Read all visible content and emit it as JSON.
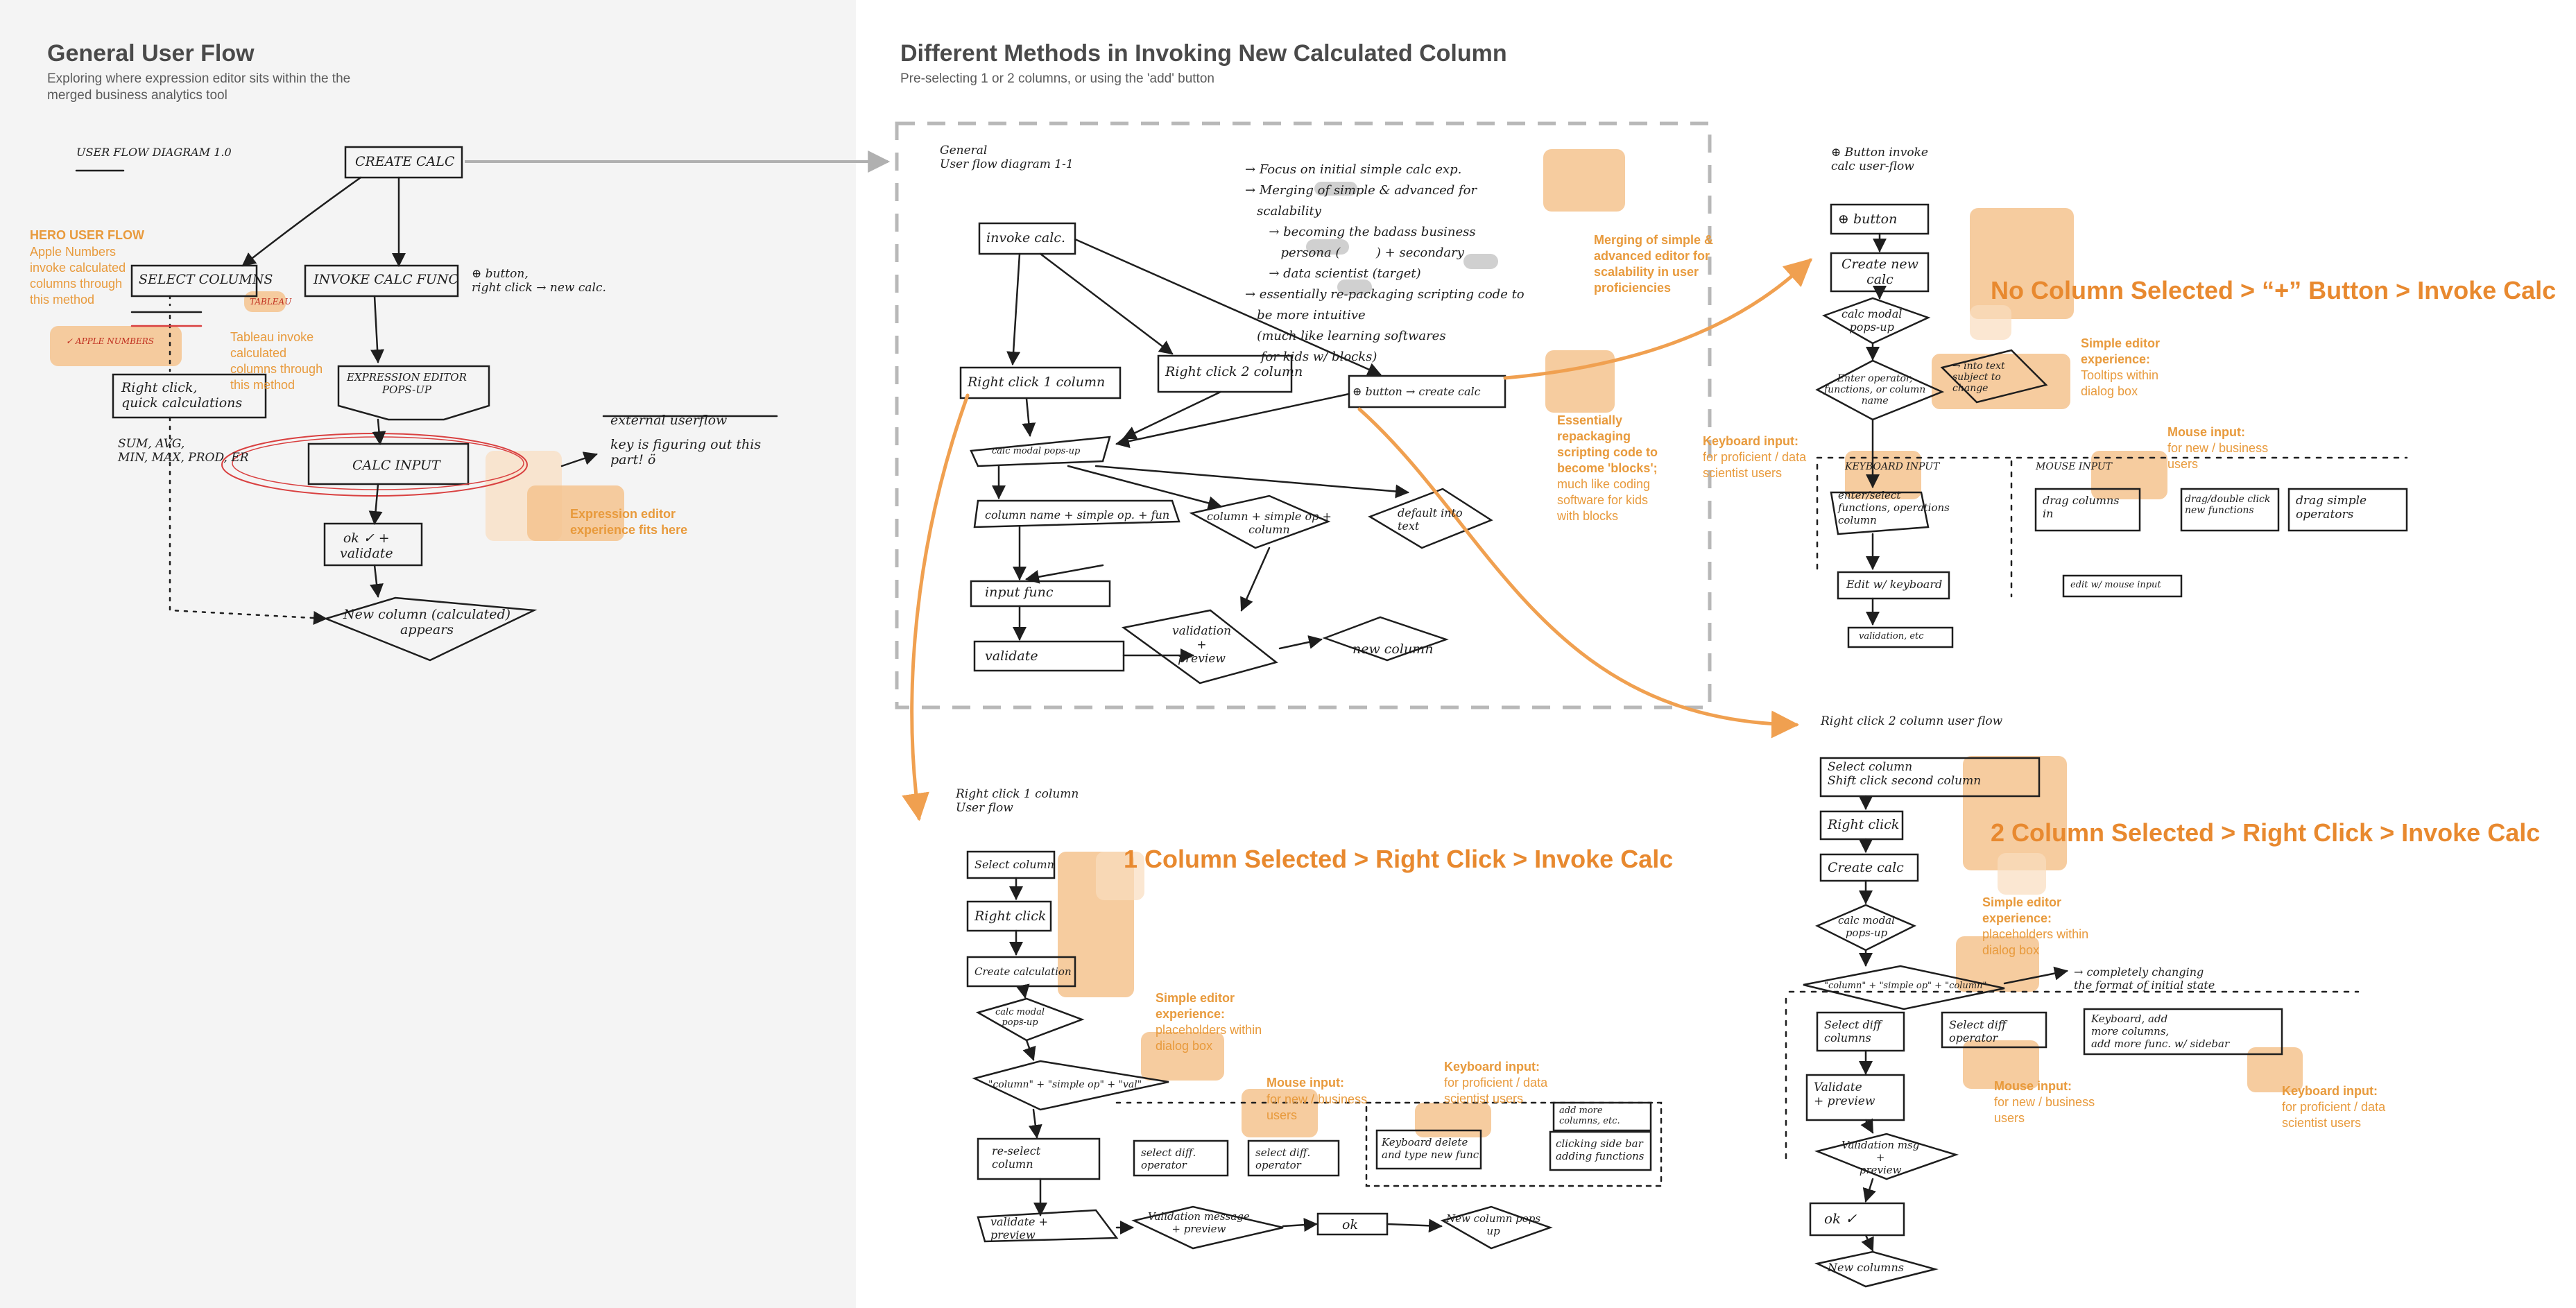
{
  "left_section": {
    "title": "General User Flow",
    "subtitle": "Exploring where expression editor sits within the the\nmerged business analytics tool",
    "sketch_labels": {
      "diagram_id": "USER FLOW\nDIAGRAM 1.0",
      "create_calc": "CREATE CALC",
      "select_columns": "SELECT COLUMNS",
      "invoke_calc_func": "INVOKE CALC FUNC",
      "plus_note": "⊕ button,\nright click → new calc.",
      "tableau": "TABLEAU",
      "apple_numbers": "✓ APPLE NUMBERS",
      "right_click_quick": "Right click,\nquick calculations",
      "funcs": "SUM, AVG,\nMIN, MAX, PROD, ER",
      "expression_editor": "EXPRESSION EDITOR\nPOPS-UP",
      "calc_input": "CALC INPUT",
      "external_userflow": "external userflow",
      "key_note": "key is figuring out this\npart! ö",
      "ok_validate": "ok ✓ +\nvalidate",
      "new_column": "New column (calculated)\nappears"
    },
    "notes": {
      "hero_title": "HERO USER FLOW",
      "hero_body": "Apple Numbers\ninvoke calculated\ncolumns through\nthis method",
      "tableau_note": "Tableau invoke\ncalculated\ncolumns through\nthis method",
      "expression_note": "Expression editor\nexperience fits here"
    }
  },
  "right_section": {
    "title": "Different Methods in Invoking New Calculated Column",
    "subtitle": "Pre-selecting 1 or 2 columns, or using the 'add' button",
    "general_diagram": {
      "heading": "General\nUser flow diagram 1-1",
      "invoke": "invoke calc.",
      "rc1": "Right click 1 column",
      "rc2": "Right click 2 column",
      "btn": "⊕ button → create calc",
      "calc_modal": "calc modal pops-up",
      "colname": "column name + simple op. + fun",
      "colsimple": "column + simple op +\ncolumn",
      "default": "default into\ntext",
      "input_func": "input func",
      "validate": "validate",
      "valid_preview": "validation\n+\npreview",
      "new_column": "new column",
      "focus_list": "→ Focus on initial simple calc exp.\n→ Merging of simple & advanced for\n   scalability\n      → becoming the badass business\n         persona (         ) + secondary\n      → data scientist (target)\n→ essentially re-packaging scripting code to\n   be more intuitive\n   (much like learning softwares\n    for kids w/ blocks)"
    },
    "notes": {
      "merging_title": "Merging of simple &\nadvanced editor for\nscalability in user\nproficiencies",
      "repack_title": "Essentially\nrepackaging\nscripting code to\nbecome 'blocks';",
      "repack_body": "much like coding\nsoftware for kids\nwith blocks"
    },
    "flow_button": {
      "heading": "⊕ Button invoke\ncalc user-flow",
      "big_label": "No Column Selected > “+” Button > Invoke Calc",
      "editor_title": "Simple editor\nexperience:",
      "editor_body": "Tooltips within\ndialog box",
      "keyboard_title": "Keyboard input:",
      "keyboard_body": "for proficient / data\nscientist users",
      "mouse_title": "Mouse input:",
      "mouse_body": "for new / business\nusers",
      "sk": {
        "b1": "⊕ button",
        "b2": "Create new\ncalc",
        "b3": "calc modal\npops-up",
        "b4": "Enter operator,\nfunctions, or column\nname",
        "b5": "→ into text\nsubject to\nchange",
        "kb": "KEYBOARD INPUT",
        "mi": "MOUSE INPUT",
        "k1": "enter/select\nfunctions, operations\ncolumn",
        "m1": "drag columns\nin",
        "m2": "drag/double click\nnew functions",
        "m3": "drag simple\noperators",
        "k2": "Edit w/ keyboard",
        "m4": "edit w/ mouse input",
        "k3": "validation, etc"
      }
    },
    "flow_one": {
      "heading": "Right click 1 column\nUser flow",
      "big_label": "1 Column Selected > Right Click > Invoke Calc",
      "editor_title": "Simple editor\nexperience:",
      "editor_body": "placeholders within\ndialog box",
      "mouse_title": "Mouse input:",
      "mouse_body": "for new / business\nusers",
      "keyboard_title": "Keyboard input:",
      "keyboard_body": "for proficient / data\nscientist users",
      "sk": {
        "s1": "Select column",
        "s2": "Right click",
        "s3": "Create calculation",
        "s4": "calc modal\npops-up",
        "s5": "\"column\" + \"simple op\" + \"val\"",
        "s6": "re-select\ncolumn",
        "s7": "select diff.\noperator",
        "s8": "select diff.\noperator",
        "s9": "add more\ncolumns, etc.",
        "s10": "Keyboard delete\nand type new func.",
        "s11": "clicking side bar\nadding functions",
        "s12": "validate +\npreview",
        "s13": "Validation message\n+ preview",
        "s14": "ok",
        "s15": "New column pops\nup"
      }
    },
    "flow_two": {
      "heading": "Right click 2 column user flow",
      "big_label": "2 Column Selected > Right Click > Invoke Calc",
      "editor_title": "Simple editor\nexperience:",
      "editor_body": "placeholders within\ndialog box",
      "mouse_title": "Mouse input:",
      "mouse_body": "for new / business\nusers",
      "keyboard_title": "Keyboard input:",
      "keyboard_body": "for proficient / data\nscientist users",
      "sk": {
        "t1": "Select column\nShift click second column",
        "t2": "Right click",
        "t3": "Create calc",
        "t4": "calc modal\npops-up",
        "t5": "\"column\" + \"simple op\" + \"column\"",
        "t6": "→ completely changing\nthe format of initial state",
        "t7": "Select diff\ncolumns",
        "t8": "Select diff\noperator",
        "t9": "Keyboard, add\nmore columns,\nadd more func. w/ sidebar",
        "t10": "Validate\n+ preview",
        "t11": "Validation msg\n+\npreview",
        "t12": "ok ✓",
        "t13": "New columns"
      }
    }
  }
}
